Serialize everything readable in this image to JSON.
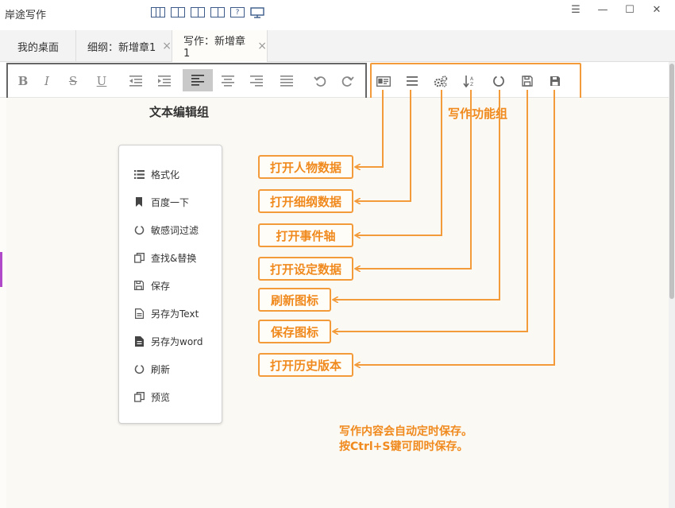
{
  "window": {
    "title": "岸途写作",
    "controls": [
      "☰",
      "—",
      "☐",
      "✕"
    ]
  },
  "tabs": [
    {
      "label": "我的桌面",
      "closable": false
    },
    {
      "label": "细纲：新增章1",
      "closable": true,
      "close_label": "×"
    },
    {
      "label": "写作：新增章1",
      "closable": true,
      "close_label": "×",
      "active": true
    }
  ],
  "toolbar": {
    "edit_group_label": "文本编辑组",
    "func_group_label": "写作功能组",
    "edit_buttons": {
      "bold": "B",
      "italic": "I",
      "strike": "S",
      "underline": "U"
    }
  },
  "context_menu": {
    "items": [
      {
        "label": "格式化",
        "icon": "list-icon"
      },
      {
        "label": "百度一下",
        "icon": "bookmark-icon"
      },
      {
        "label": "敏感词过滤",
        "icon": "refresh-icon"
      },
      {
        "label": "查找&替换",
        "icon": "copy-icon"
      },
      {
        "label": "保存",
        "icon": "save-icon"
      },
      {
        "label": "另存为Text",
        "icon": "file-icon"
      },
      {
        "label": "另存为word",
        "icon": "file-solid-icon"
      },
      {
        "label": "刷新",
        "icon": "refresh-icon"
      },
      {
        "label": "预览",
        "icon": "copy-icon"
      }
    ]
  },
  "callouts": [
    "打开人物数据",
    "打开细纲数据",
    "打开事件轴",
    "打开设定数据",
    "刷新图标",
    "保存图标",
    "打开历史版本"
  ],
  "notes": [
    "写作内容会自动定时保存。",
    "按Ctrl+S键可即时保存。"
  ],
  "colors": {
    "accent": "#f08a1e",
    "accent_border": "#f39a3a",
    "group_border": "#666666"
  }
}
